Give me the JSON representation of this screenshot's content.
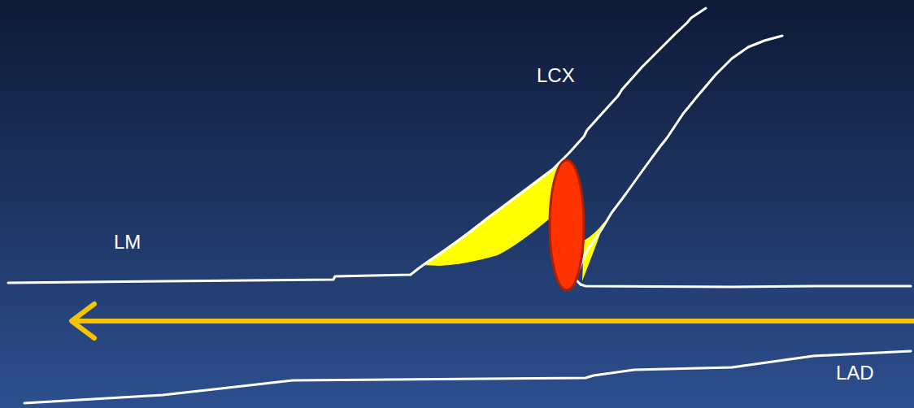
{
  "diagram": {
    "labels": [
      "LCX",
      "LM",
      "LAD"
    ]
  }
}
